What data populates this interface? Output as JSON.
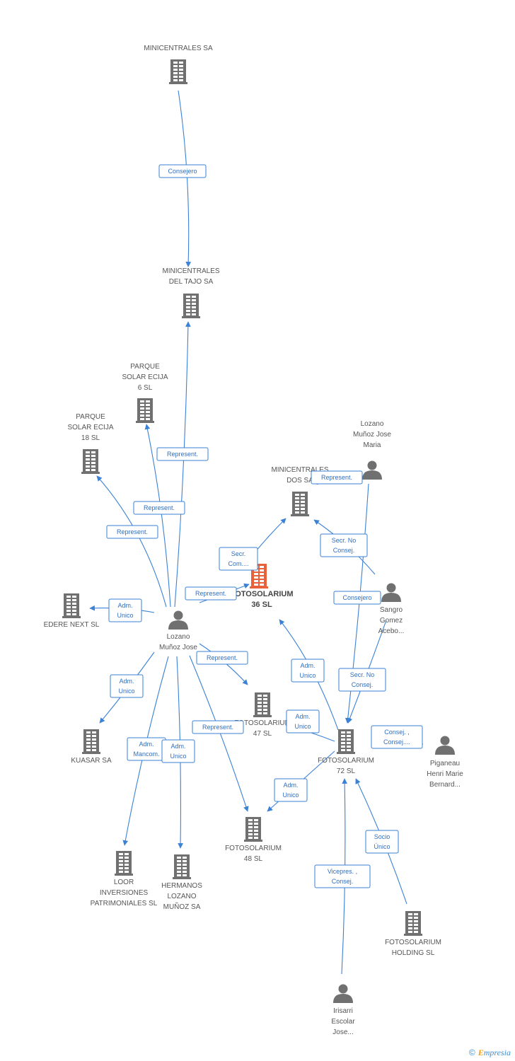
{
  "colors": {
    "edge": "#3b82d6",
    "company": "#707070",
    "focus": "#e8613a",
    "person": "#707070"
  },
  "nodes": [
    {
      "id": "minicentrales",
      "type": "company",
      "label": [
        "MINICENTRALES SA"
      ],
      "icon": "building-icon"
    },
    {
      "id": "tajo",
      "type": "company",
      "label": [
        "MINICENTRALES",
        "DEL TAJO SA"
      ],
      "icon": "building-icon"
    },
    {
      "id": "ecija6",
      "type": "company",
      "label": [
        "PARQUE",
        "SOLAR ECIJA",
        "6 SL"
      ],
      "icon": "building-icon"
    },
    {
      "id": "ecija18",
      "type": "company",
      "label": [
        "PARQUE",
        "SOLAR ECIJA",
        "18 SL"
      ],
      "icon": "building-icon"
    },
    {
      "id": "dos",
      "type": "company",
      "label": [
        "MINICENTRALES",
        "DOS SA"
      ],
      "icon": "building-icon"
    },
    {
      "id": "lozano_maria",
      "type": "person",
      "label": [
        "Lozano",
        "Muñoz Jose",
        "Maria"
      ],
      "icon": "person-icon"
    },
    {
      "id": "foto36",
      "type": "focus",
      "label": [
        "FOTOSOLARIUM",
        "36 SL"
      ],
      "icon": "building-icon"
    },
    {
      "id": "edere",
      "type": "company",
      "label": [
        "EDERE NEXT SL"
      ],
      "icon": "building-icon"
    },
    {
      "id": "lozano",
      "type": "person",
      "label": [
        "Lozano",
        "Muñoz Jose"
      ],
      "icon": "person-icon"
    },
    {
      "id": "sangro",
      "type": "person",
      "label": [
        "Sangro",
        "Gomez",
        "Acebo..."
      ],
      "icon": "person-icon"
    },
    {
      "id": "foto47",
      "type": "company",
      "label": [
        "FOTOSOLARIUM",
        "47 SL"
      ],
      "icon": "building-icon"
    },
    {
      "id": "kuasar",
      "type": "company",
      "label": [
        "KUASAR SA"
      ],
      "icon": "building-icon"
    },
    {
      "id": "foto72",
      "type": "company",
      "label": [
        "FOTOSOLARIUM",
        "72 SL"
      ],
      "icon": "building-icon"
    },
    {
      "id": "piganeau",
      "type": "person",
      "label": [
        "Piganeau",
        "Henri Marie",
        "Bernard..."
      ],
      "icon": "person-icon"
    },
    {
      "id": "foto48",
      "type": "company",
      "label": [
        "FOTOSOLARIUM",
        "48 SL"
      ],
      "icon": "building-icon"
    },
    {
      "id": "loor",
      "type": "company",
      "label": [
        "LOOR",
        "INVERSIONES",
        "PATRIMONIALES SL"
      ],
      "icon": "building-icon"
    },
    {
      "id": "hermanos",
      "type": "company",
      "label": [
        "HERMANOS",
        "LOZANO",
        "MUÑOZ SA"
      ],
      "icon": "building-icon"
    },
    {
      "id": "holding",
      "type": "company",
      "label": [
        "FOTOSOLARIUM",
        "HOLDING  SL"
      ],
      "icon": "building-icon"
    },
    {
      "id": "irisarri",
      "type": "person",
      "label": [
        "Irisarri",
        "Escolar",
        "Jose..."
      ],
      "icon": "person-icon"
    }
  ],
  "edges": [
    {
      "from": "minicentrales",
      "to": "tajo",
      "label": [
        "Consejero"
      ]
    },
    {
      "from": "lozano",
      "to": "tajo",
      "label": [
        "Represent."
      ]
    },
    {
      "from": "lozano",
      "to": "ecija6",
      "label": [
        "Represent."
      ]
    },
    {
      "from": "lozano",
      "to": "ecija18",
      "label": [
        "Represent."
      ]
    },
    {
      "from": "lozano_maria",
      "to": "dos",
      "label": [
        "Represent."
      ]
    },
    {
      "from": "foto36",
      "to": "dos",
      "label": [
        "Secr.",
        "Com...."
      ]
    },
    {
      "from": "sangro",
      "to": "dos",
      "label": [
        "Secr.  No",
        "Consej."
      ]
    },
    {
      "from": "lozano",
      "to": "foto36",
      "label": [
        "Represent."
      ]
    },
    {
      "from": "lozano_maria",
      "to": "foto72",
      "label": [
        "Consejero"
      ]
    },
    {
      "from": "lozano",
      "to": "edere",
      "label": [
        "Adm.",
        "Unico"
      ]
    },
    {
      "from": "lozano",
      "to": "foto47",
      "label": [
        "Represent."
      ]
    },
    {
      "from": "foto72",
      "to": "foto36",
      "label": [
        "Adm.",
        "Unico"
      ]
    },
    {
      "from": "sangro",
      "to": "foto72",
      "label": [
        "Secr.  No",
        "Consej."
      ]
    },
    {
      "from": "lozano",
      "to": "kuasar",
      "label": [
        "Adm.",
        "Unico"
      ]
    },
    {
      "from": "foto72",
      "to": "foto47",
      "label": [
        "Adm.",
        "Unico"
      ]
    },
    {
      "from": "piganeau",
      "to": "foto72",
      "label": [
        "Consej. ,",
        "Consej...."
      ]
    },
    {
      "from": "lozano",
      "to": "foto48",
      "label": [
        "Represent."
      ]
    },
    {
      "from": "lozano",
      "to": "loor",
      "label": [
        "Adm.",
        "Mancom."
      ]
    },
    {
      "from": "lozano",
      "to": "hermanos",
      "label": [
        "Adm.",
        "Unico"
      ]
    },
    {
      "from": "foto72",
      "to": "foto48",
      "label": [
        "Adm.",
        "Unico"
      ]
    },
    {
      "from": "holding",
      "to": "foto72",
      "label": [
        "Socio",
        "Único"
      ]
    },
    {
      "from": "irisarri",
      "to": "foto72",
      "label": [
        "Vicepres. ,",
        "Consej."
      ]
    }
  ],
  "footer": {
    "copyright": "©",
    "brand_initial": "E",
    "brand_rest": "mpresia"
  }
}
